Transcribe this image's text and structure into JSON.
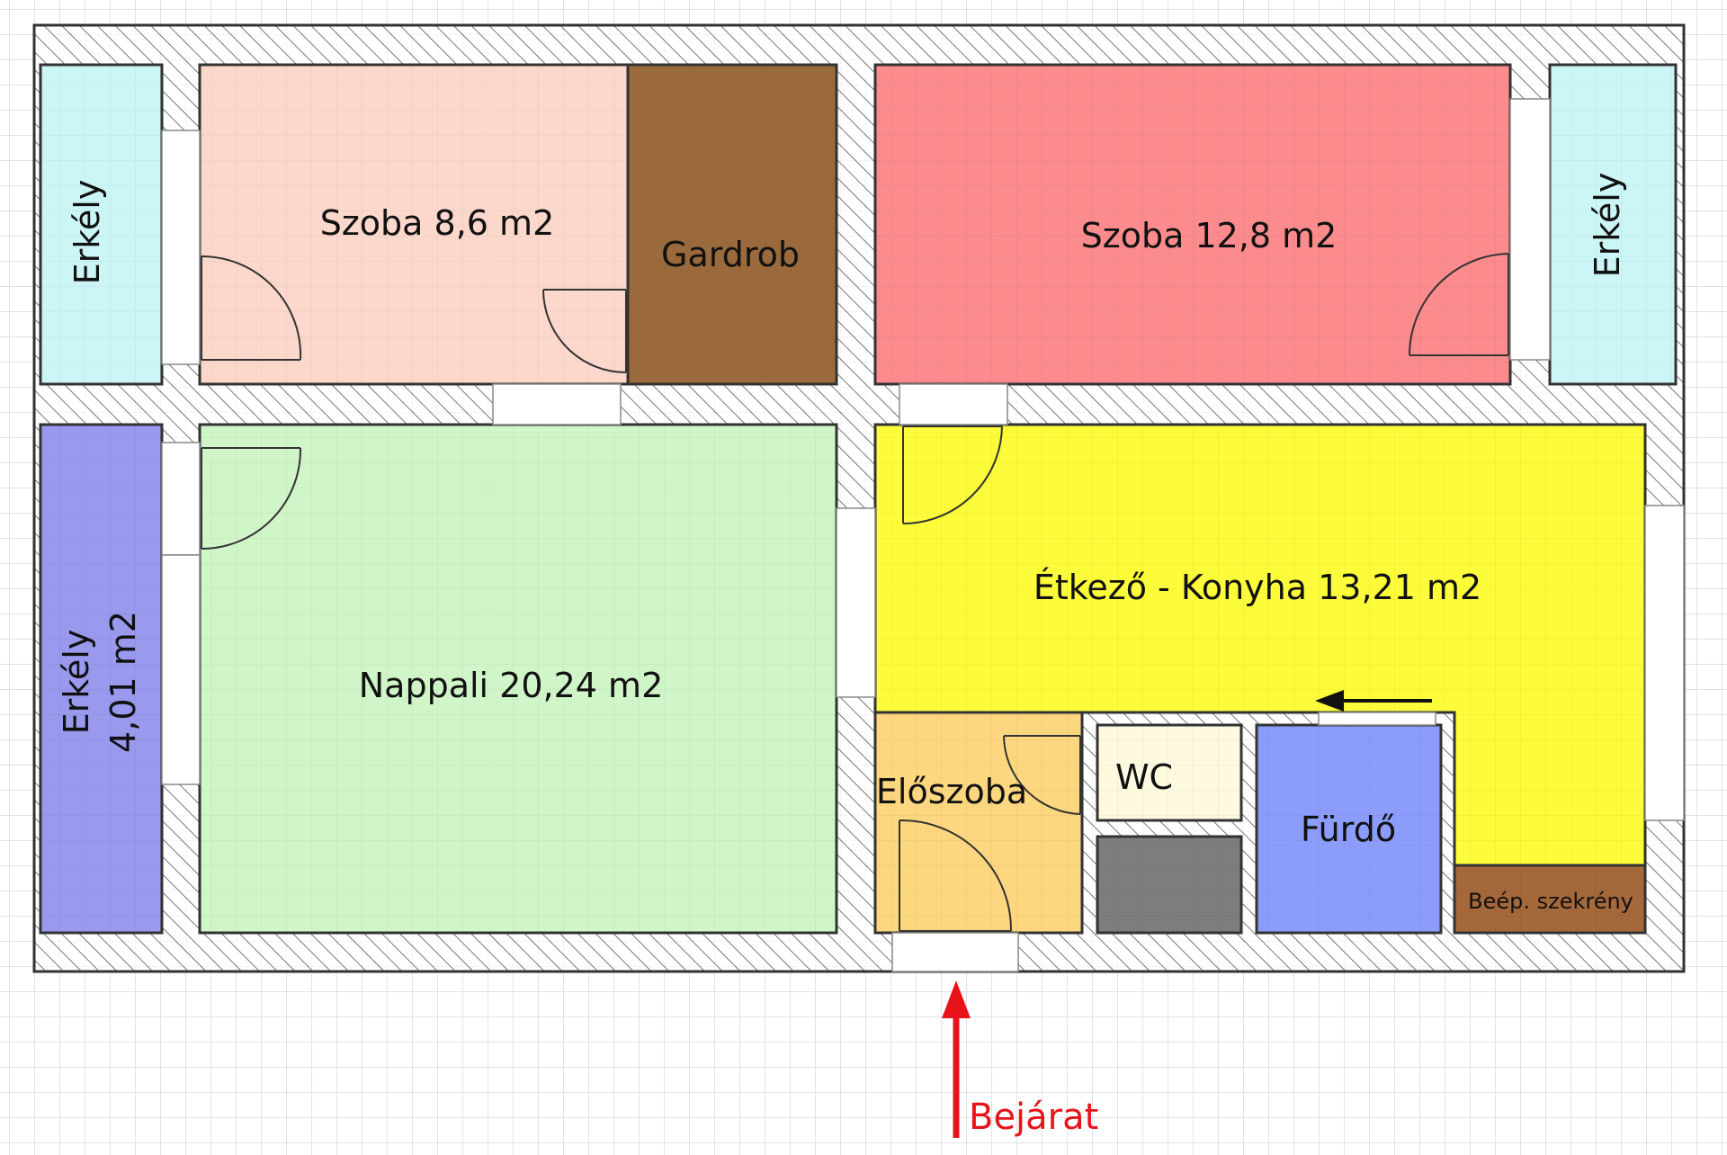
{
  "rooms": {
    "erkely_left_top": "Erkély",
    "szoba_small": "Szoba 8,6 m2",
    "gardrob": "Gardrob",
    "szoba_large": "Szoba 12,8 m2",
    "erkely_right": "Erkély",
    "erkely_left_bottom_line1": "Erkély",
    "erkely_left_bottom_line2": "4,01 m2",
    "nappali": "Nappali 20,24 m2",
    "etkezo": "Étkező - Konyha 13,21 m2",
    "eloszoba": "Előszoba",
    "wc": "WC",
    "furdo": "Fürdő",
    "beep": "Beép. szekrény"
  },
  "entrance": {
    "label": "Bejárat"
  },
  "colors": {
    "erkely": "#ccf6f6",
    "szoba_small": "#fcd8cc",
    "gardrob": "#9b6a3c",
    "szoba_large": "#fb8b8d",
    "erkely_purple": "#9999ee",
    "nappali": "#d0f5c8",
    "etkezo": "#fdfc3a",
    "eloszoba": "#fdd77f",
    "wc": "#fdfae0",
    "furdo": "#8c9cfb",
    "gray_room": "#7d7d7d",
    "beep": "#a4683a",
    "arrow": "#e8131a"
  }
}
